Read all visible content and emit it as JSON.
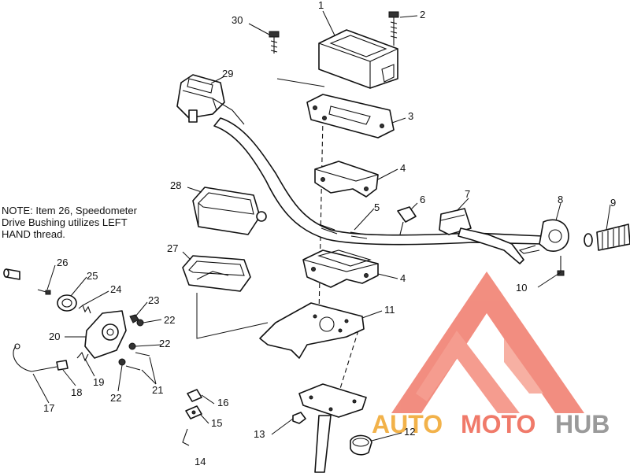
{
  "note": {
    "lines": [
      "NOTE: Item 26, Speedometer",
      "Drive Bushing utilizes LEFT",
      "HAND thread."
    ]
  },
  "callouts": {
    "c1": "1",
    "c2": "2",
    "c3": "3",
    "c4a": "4",
    "c4b": "4",
    "c5": "5",
    "c6": "6",
    "c7": "7",
    "c8": "8",
    "c9": "9",
    "c10": "10",
    "c11": "11",
    "c12": "12",
    "c13": "13",
    "c14": "14",
    "c15": "15",
    "c16": "16",
    "c17": "17",
    "c18": "18",
    "c19": "19",
    "c20": "20",
    "c21": "21",
    "c22a": "22",
    "c22b": "22",
    "c22c": "22",
    "c23": "23",
    "c24": "24",
    "c25": "25",
    "c26": "26",
    "c27": "27",
    "c28": "28",
    "c29": "29",
    "c30": "30"
  },
  "watermark": {
    "part1": "AUTO",
    "part2": "MOTO",
    "part3": "HUB",
    "color_primary": "#f07a6a",
    "color_accent": "#f2b24a",
    "color_dark": "#9a9a9a"
  }
}
